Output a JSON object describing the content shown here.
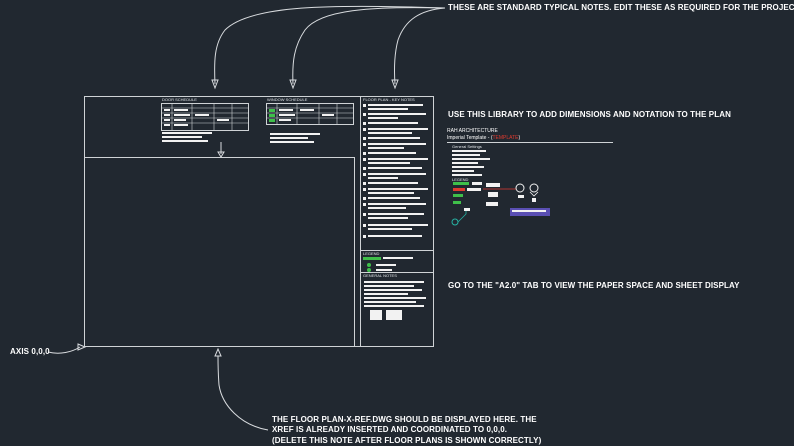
{
  "notes": {
    "top": "THESE ARE STANDARD TYPICAL NOTES. EDIT THESE AS REQUIRED FOR THE PROJECT",
    "library": "USE THIS LIBRARY TO ADD DIMENSIONS AND NOTATION TO THE  PLAN",
    "paper_space": "GO TO THE \"A2.0\" TAB TO VIEW THE PAPER SPACE AND SHEET DISPLAY",
    "axis": "AXIS 0,0,0",
    "xref_line1": "THE FLOOR PLAN-X-REF.DWG SHOULD BE DISPLAYED HERE. THE",
    "xref_line2": "XREF IS ALREADY INSERTED AND COORDINATED TO 0,0,0.",
    "xref_line3": "(DELETE THIS NOTE AFTER FLOOR PLANS IS SHOWN CORRECTLY)"
  },
  "sheet": {
    "door_schedule_title": "DOOR SCHEDULE",
    "window_schedule_title": "WINDOW SCHEDULE",
    "floor_plan_notes_title": "FLOOR PLAN - KEY NOTES",
    "legend_title": "LEGEND",
    "general_notes_title": "GENERAL NOTES"
  },
  "library": {
    "company": "RAH ARCHITECTURE",
    "template_prefix": "Imperial Template - (",
    "template_tag": "TEMPLATE",
    "template_suffix": ")",
    "section": "General Settings",
    "legend": "LEGEND"
  },
  "colors": {
    "background": "#212830",
    "lines": "#cfd3d6",
    "accent_red": "#e03a2f",
    "accent_green": "#3fbf4a",
    "accent_teal": "#27b3a3",
    "accent_purple": "#5a4fb3"
  }
}
